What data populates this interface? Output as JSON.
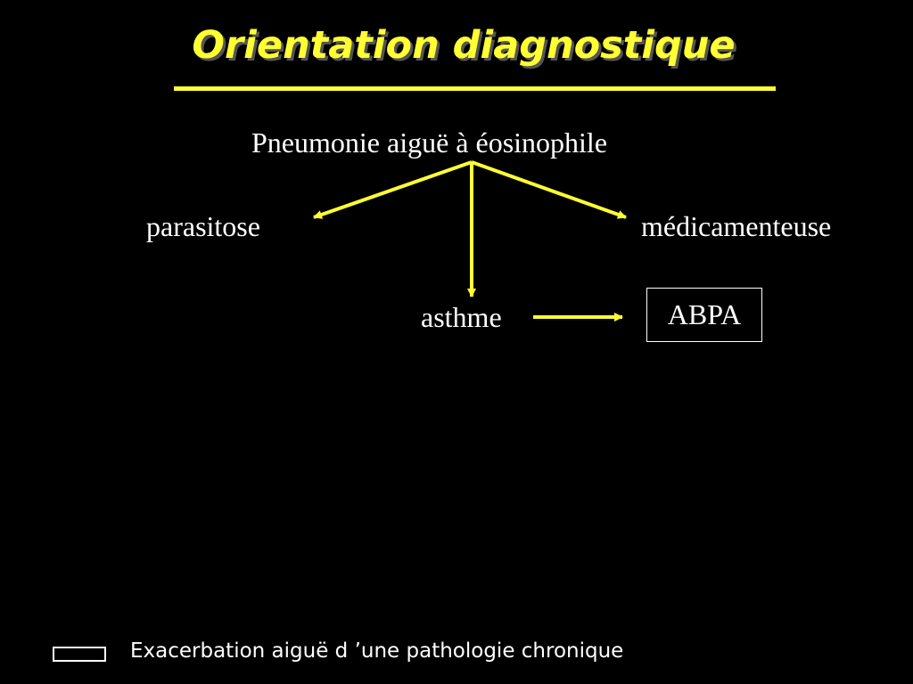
{
  "slide": {
    "title": "Orientation diagnostique",
    "title_color": "#ffff33",
    "background_color": "#000000",
    "arrow_color": "#ffff33"
  },
  "diagram": {
    "nodes": {
      "root": "Pneumonie aiguë à éosinophile",
      "parasitose": "parasitose",
      "medicamenteuse": "médicamenteuse",
      "asthme": "asthme",
      "abpa": "ABPA"
    },
    "edges": [
      {
        "from": "root",
        "to": "parasitose"
      },
      {
        "from": "root",
        "to": "medicamenteuse"
      },
      {
        "from": "root",
        "to": "asthme"
      },
      {
        "from": "asthme",
        "to": "abpa"
      }
    ]
  },
  "legend": {
    "text": "Exacerbation aiguë d ’une pathologie chronique"
  }
}
